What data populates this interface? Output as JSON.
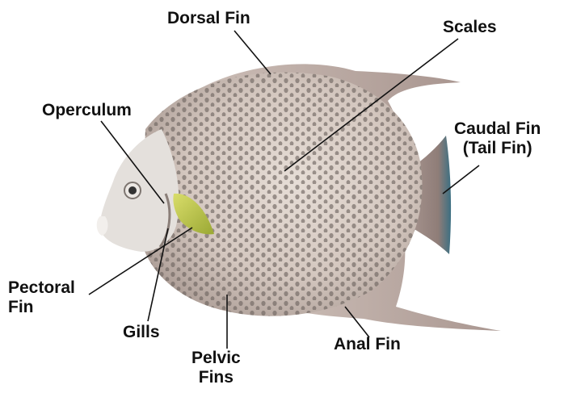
{
  "diagram": {
    "subject": "angelfish-anatomy",
    "labels": {
      "dorsal_fin": "Dorsal Fin",
      "scales": "Scales",
      "operculum": "Operculum",
      "caudal_fin": {
        "line1": "Caudal Fin",
        "line2": "(Tail Fin)"
      },
      "pectoral_fin": {
        "line1": "Pectoral",
        "line2": "Fin"
      },
      "gills": "Gills",
      "pelvic_fins": {
        "line1": "Pelvic",
        "line2": "Fins"
      },
      "anal_fin": "Anal Fin"
    }
  },
  "colors": {
    "background": "#ffffff",
    "label_text": "#111111",
    "leader_line": "#111111",
    "body_light": "#ddd3cc",
    "body_mid": "#bfb0a8",
    "spots": "#6f6561",
    "fin": "#c7b8b2",
    "fin_edge": "#3c6f82",
    "pectoral_fin": "#b8c23a"
  }
}
